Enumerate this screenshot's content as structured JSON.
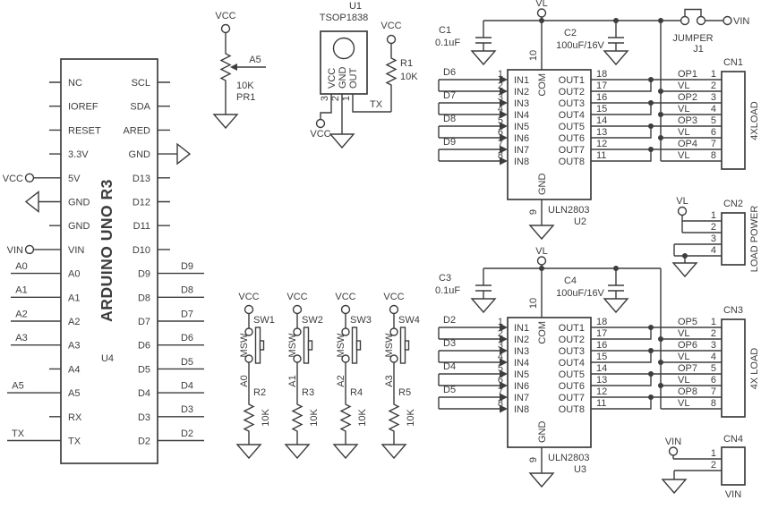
{
  "arduino": {
    "ref": "U4",
    "title": "ARDUINO UNO R3",
    "left_pins": [
      "NC",
      "IOREF",
      "RESET",
      "3.3V",
      "5V",
      "GND",
      "GND",
      "VIN",
      "A0",
      "A1",
      "A2",
      "A3",
      "A4",
      "A5",
      "RX",
      "TX"
    ],
    "right_pins": [
      "SCL",
      "SDA",
      "ARED",
      "GND",
      "D13",
      "D12",
      "D11",
      "D10",
      "D9",
      "D8",
      "D7",
      "D6",
      "D5",
      "D4",
      "D3",
      "D2"
    ],
    "analog_net_labels": [
      "A0",
      "A1",
      "A2",
      "A3"
    ],
    "right_net_labels": [
      "D9",
      "D8",
      "D7",
      "D6",
      "D5",
      "D4",
      "D3",
      "D2"
    ],
    "a5_net": "A5",
    "tx_net": "TX",
    "vcc_label": "VCC",
    "vin_label": "VIN"
  },
  "pot": {
    "ref": "PR1",
    "value": "10K",
    "top": "VCC",
    "wiper": "A5"
  },
  "ir": {
    "ref": "U1",
    "part": "TSOP1838",
    "pin_names": [
      "VCC",
      "GND",
      "OUT"
    ],
    "pin_numbers": [
      "3",
      "2",
      "1"
    ],
    "vcc": "VCC",
    "out_net": "TX"
  },
  "r1": {
    "ref": "R1",
    "value": "10K",
    "top": "VCC"
  },
  "switch_rows": {
    "top_net": "VCC",
    "part": "MSW",
    "items": [
      {
        "sw": "SW1",
        "net": "A0",
        "res": "R2",
        "val": "10K"
      },
      {
        "sw": "SW2",
        "net": "A1",
        "res": "R3",
        "val": "10K"
      },
      {
        "sw": "SW3",
        "net": "A2",
        "res": "R4",
        "val": "10K"
      },
      {
        "sw": "SW4",
        "net": "A3",
        "res": "R5",
        "val": "10K"
      }
    ]
  },
  "jumper": {
    "ref": "J1",
    "label": "JUMPER",
    "vin": "VIN"
  },
  "drivers": [
    {
      "ref": "U2",
      "part": "ULN2803",
      "rail": "VL",
      "com": "COM",
      "gnd": "GND",
      "com_num": "10",
      "gnd_num": "9",
      "cap1": {
        "ref": "C1",
        "val": "0.1uF"
      },
      "cap2": {
        "ref": "C2",
        "val": "100uF/16V"
      },
      "ins": [
        "IN1",
        "IN2",
        "IN3",
        "IN4",
        "IN5",
        "IN6",
        "IN7",
        "IN8"
      ],
      "in_nums": [
        "1",
        "2",
        "3",
        "4",
        "5",
        "6",
        "7",
        "8"
      ],
      "outs": [
        "OUT1",
        "OUT2",
        "OUT3",
        "OUT4",
        "OUT5",
        "OUT6",
        "OUT7",
        "OUT8"
      ],
      "out_nums": [
        "18",
        "17",
        "16",
        "15",
        "14",
        "13",
        "12",
        "11"
      ],
      "in_nets": [
        "D6",
        "D7",
        "D8",
        "D9"
      ],
      "cn": {
        "ref": "CN1",
        "label": "4XLOAD",
        "nets": [
          "OP1",
          "VL",
          "OP2",
          "VL",
          "OP3",
          "VL",
          "OP4",
          "VL"
        ],
        "nums": [
          "1",
          "2",
          "3",
          "4",
          "5",
          "6",
          "7",
          "8"
        ]
      }
    },
    {
      "ref": "U3",
      "part": "ULN2803",
      "rail": "VL",
      "com": "COM",
      "gnd": "GND",
      "com_num": "10",
      "gnd_num": "9",
      "cap1": {
        "ref": "C3",
        "val": "0.1uF"
      },
      "cap2": {
        "ref": "C4",
        "val": "100uF/16V"
      },
      "ins": [
        "IN1",
        "IN2",
        "IN3",
        "IN4",
        "IN5",
        "IN6",
        "IN7",
        "IN8"
      ],
      "in_nums": [
        "1",
        "2",
        "3",
        "4",
        "5",
        "6",
        "7",
        "8"
      ],
      "outs": [
        "OUT1",
        "OUT2",
        "OUT3",
        "OUT4",
        "OUT5",
        "OUT6",
        "OUT7",
        "OUT8"
      ],
      "out_nums": [
        "18",
        "17",
        "16",
        "15",
        "14",
        "13",
        "12",
        "11"
      ],
      "in_nets": [
        "D2",
        "D3",
        "D4",
        "D5"
      ],
      "cn": {
        "ref": "CN3",
        "label": "4X LOAD",
        "nets": [
          "OP5",
          "VL",
          "OP6",
          "VL",
          "OP7",
          "VL",
          "OP8",
          "VL"
        ],
        "nums": [
          "1",
          "2",
          "3",
          "4",
          "5",
          "6",
          "7",
          "8"
        ]
      }
    }
  ],
  "cn2": {
    "ref": "CN2",
    "label": "LOAD POWER",
    "vl": "VL",
    "nums": [
      "1",
      "2",
      "3",
      "4"
    ]
  },
  "cn4": {
    "ref": "CN4",
    "label": "VIN",
    "bottom": "VIN",
    "vin": "VIN",
    "nums": [
      "1",
      "2"
    ]
  }
}
